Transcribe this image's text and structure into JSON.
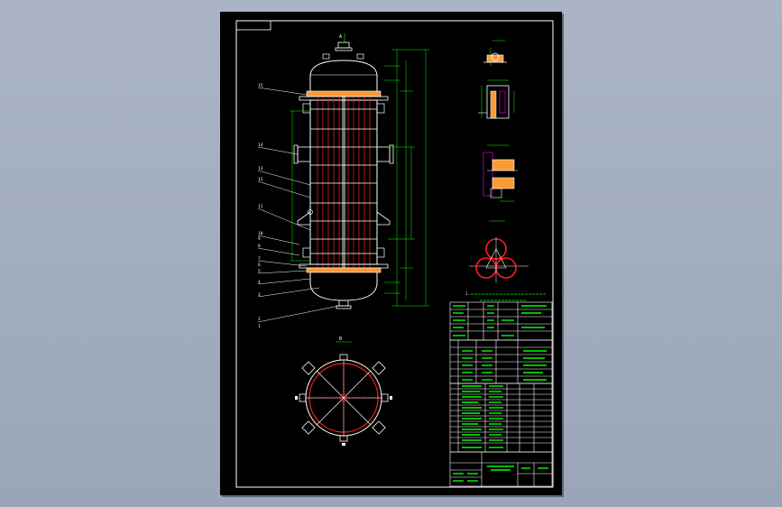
{
  "colors": {
    "background": "#9ea9ba",
    "sheet": "#000000",
    "outline": "#ffffff",
    "dimension": "#00ff00",
    "tube": "#ff2020",
    "flange_fill": "#ff9933",
    "hidden": "#ff00ff",
    "annotation": "#00ff00"
  },
  "part_labels": [
    "15",
    "14",
    "13",
    "12",
    "11",
    "10",
    "9",
    "8",
    "7",
    "6",
    "5",
    "4",
    "3",
    "2",
    "1"
  ],
  "view_labels": {
    "main_view": "A",
    "top_view": "B"
  },
  "technical_note_label": "1."
}
